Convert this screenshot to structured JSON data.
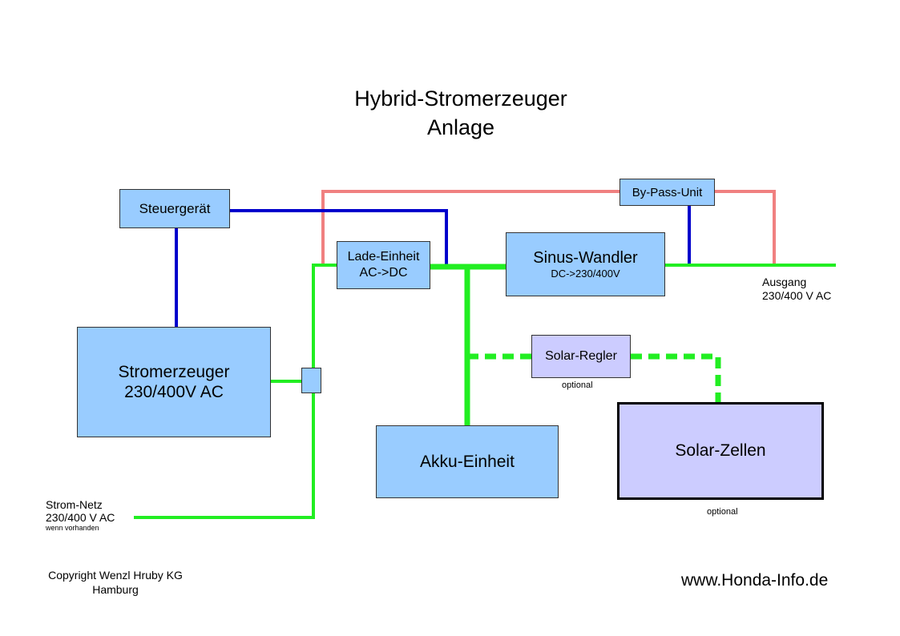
{
  "title": {
    "line1": "Hybrid-Stromerzeuger",
    "line2": "Anlage"
  },
  "nodes": {
    "steuergeraet": {
      "label": "Steuergerät"
    },
    "stromerzeuger": {
      "label1": "Stromerzeuger",
      "label2": "230/400V AC"
    },
    "lade_einheit": {
      "label1": "Lade-Einheit",
      "label2": "AC->DC"
    },
    "sinus_wandler": {
      "label1": "Sinus-Wandler",
      "label2": "DC->230/400V"
    },
    "bypass_unit": {
      "label": "By-Pass-Unit"
    },
    "solar_regler": {
      "label": "Solar-Regler",
      "note": "optional"
    },
    "akku_einheit": {
      "label": "Akku-Einheit"
    },
    "solar_zellen": {
      "label": "Solar-Zellen",
      "note": "optional"
    }
  },
  "labels": {
    "ausgang": {
      "line1": "Ausgang",
      "line2": "230/400 V AC"
    },
    "strom_netz": {
      "line1": "Strom-Netz",
      "line2": "230/400 V AC",
      "line3": "wenn vorhanden"
    }
  },
  "footer": {
    "copyright1": "Copyright Wenzl Hruby KG",
    "copyright2": "Hamburg",
    "website": "www.Honda-Info.de"
  },
  "colors": {
    "control_line": "#0000cc",
    "power_line": "#22ee22",
    "bypass_line": "#f08080",
    "box_blue": "#99ccff",
    "box_lavender": "#ccccff"
  }
}
